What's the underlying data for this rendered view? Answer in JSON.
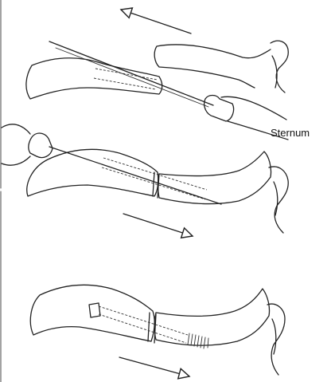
{
  "labels": {
    "sternum": "Sternum"
  },
  "colors": {
    "ink": "#222222",
    "background": "#ffffff"
  },
  "panels": [
    {
      "step": 1,
      "arrow_direction": "left"
    },
    {
      "step": 2,
      "arrow_direction": "right"
    },
    {
      "step": 3,
      "arrow_direction": "right"
    }
  ]
}
